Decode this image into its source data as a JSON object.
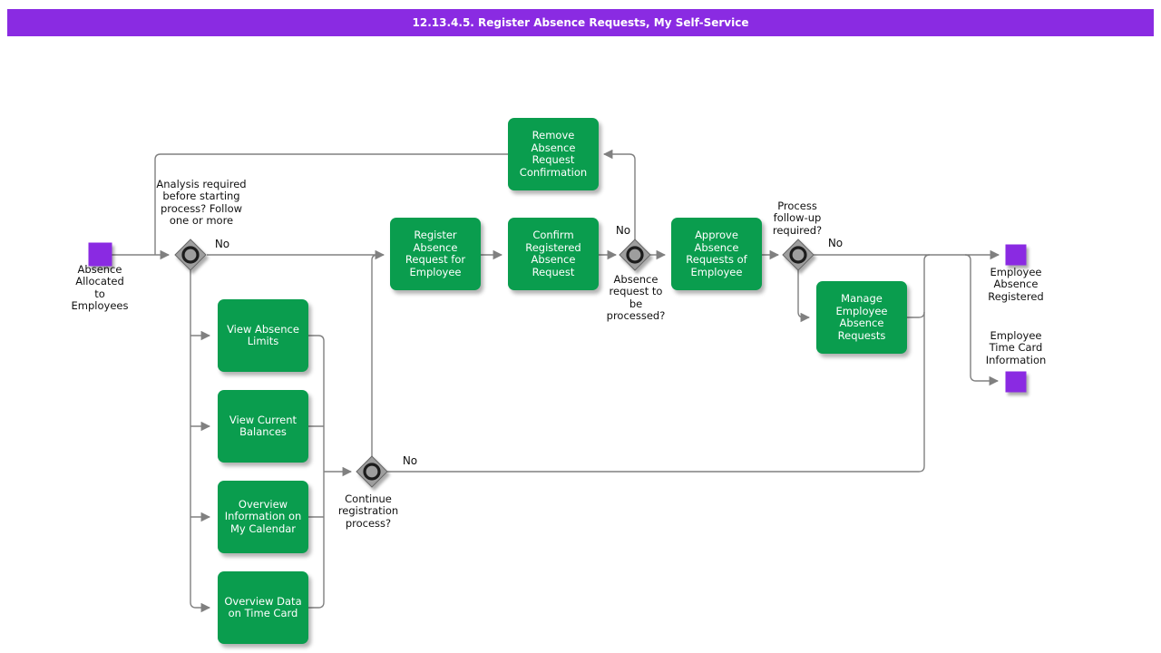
{
  "title": "12.13.4.5. Register Absence Requests, My Self-Service",
  "colors": {
    "title_bar_bg": "#8A2BE2",
    "event_node": "#8A2BE2",
    "task_fill": "#0A9D4E",
    "task_text": "#FFFFFF",
    "connector": "#808080",
    "gateway_fill": "#9E9E9E",
    "gateway_border": "#666666",
    "label_text": "#111111"
  },
  "start_event": {
    "label": "Absence\nAllocated\nto\nEmployees"
  },
  "end_events": {
    "absence_registered": {
      "label": "Employee\nAbsence\nRegistered"
    },
    "time_card": {
      "label": "Employee\nTime Card\nInformation"
    }
  },
  "tasks": {
    "remove": "Remove\nAbsence\nRequest\nConfirmation",
    "register": "Register\nAbsence\nRequest for\nEmployee",
    "confirm": "Confirm\nRegistered\nAbsence\nRequest",
    "approve": "Approve\nAbsence\nRequests of\nEmployee",
    "manage": "Manage\nEmployee\nAbsence\nRequests",
    "view_limits": "View Absence\nLimits",
    "view_balances": "View Current\nBalances",
    "overview_calendar": "Overview\nInformation on\nMy Calendar",
    "overview_timecard": "Overview Data\non Time Card"
  },
  "gateways": {
    "analysis": {
      "question": "Analysis required\nbefore starting\nprocess? Follow\none or more",
      "branch_label": "No"
    },
    "processed": {
      "question": "Absence\nrequest to\nbe\nprocessed?",
      "branch_label": "No"
    },
    "followup": {
      "question": "Process\nfollow-up\nrequired?",
      "branch_label": "No"
    },
    "continue": {
      "question": "Continue\nregistration\nprocess?",
      "branch_label": "No"
    }
  }
}
